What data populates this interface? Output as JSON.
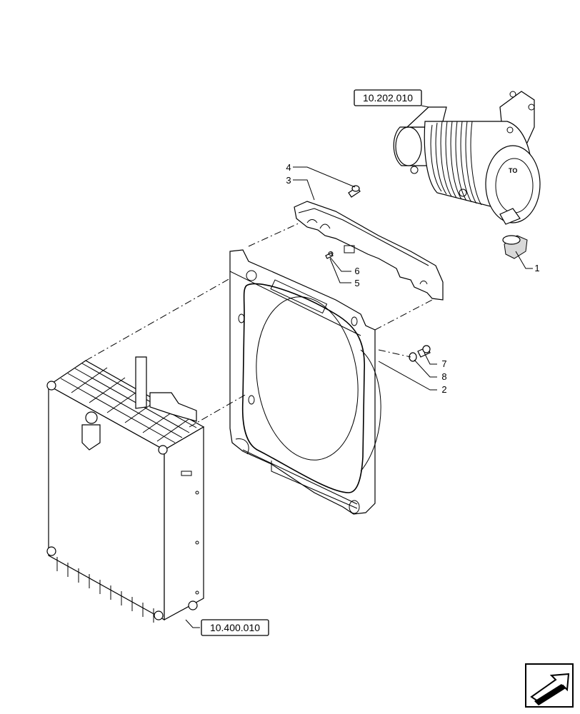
{
  "diagram": {
    "references": [
      {
        "id": "ref-air-filter",
        "label": "10.202.010"
      },
      {
        "id": "ref-radiator",
        "label": "10.400.010"
      }
    ],
    "callouts": [
      {
        "id": "callout-1",
        "label": "1"
      },
      {
        "id": "callout-2",
        "label": "2"
      },
      {
        "id": "callout-3",
        "label": "3"
      },
      {
        "id": "callout-4",
        "label": "4"
      },
      {
        "id": "callout-5",
        "label": "5"
      },
      {
        "id": "callout-6",
        "label": "6"
      },
      {
        "id": "callout-7",
        "label": "7"
      },
      {
        "id": "callout-8",
        "label": "8"
      }
    ],
    "components": [
      "air-filter-housing",
      "cover-bracket",
      "fan-shroud",
      "radiator"
    ],
    "nav_icon": "return-arrow-icon"
  }
}
